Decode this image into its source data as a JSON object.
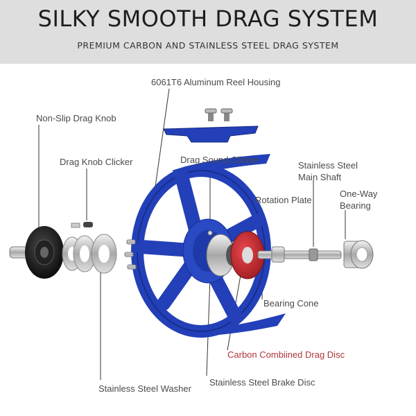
{
  "header": {
    "title": "SILKY SMOOTH DRAG SYSTEM",
    "subtitle": "PREMIUM CARBON AND STAINLESS STEEL DRAG SYSTEM"
  },
  "labels": {
    "housing": "6061T6 Aluminum Reel Housing",
    "drag_knob": "Non-Slip Drag Knob",
    "drag_knob_clicker": "Drag Knob Clicker",
    "drag_sound_clicker": "Drag Sound Clicker",
    "main_shaft_line1": "Stainless Steel",
    "main_shaft_line2": "Main Shaft",
    "one_way_line1": "One-Way",
    "one_way_line2": "Bearing",
    "rotation_plate": "Rotation Plate",
    "bearing_cone": "Bearing Cone",
    "carbon_disc": "Carbon Combiined Drag Disc",
    "washer": "Stainless Steel Washer",
    "brake_disc": "Stainless Steel Brake Disc"
  },
  "colors": {
    "header_bg": "#dedede",
    "housing_blue": "#2340b8",
    "carbon_red": "#c8282e",
    "label_red": "#b0343a"
  }
}
